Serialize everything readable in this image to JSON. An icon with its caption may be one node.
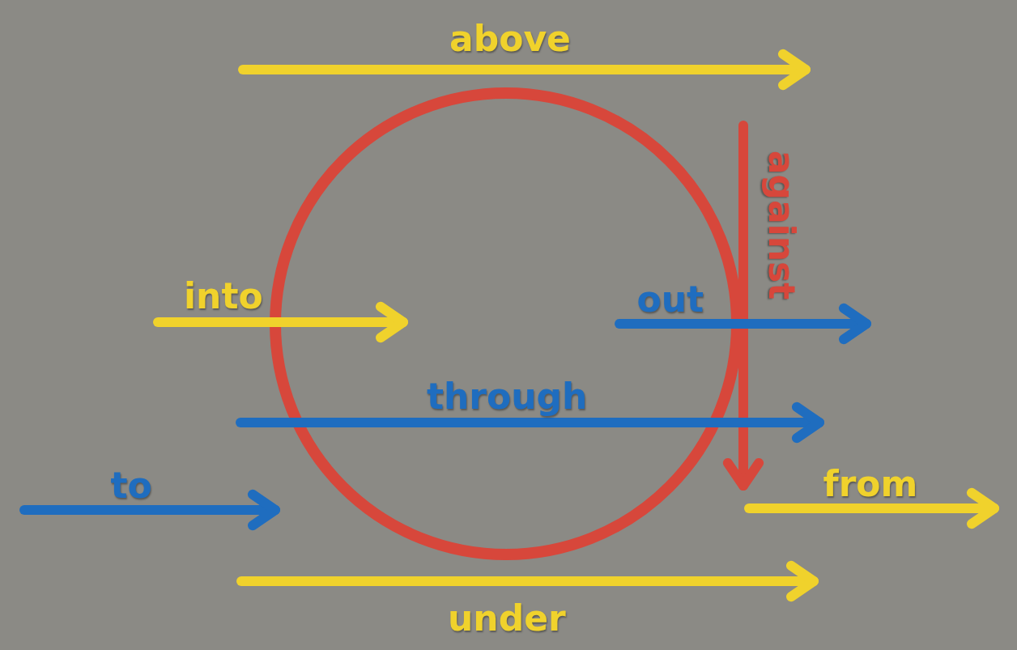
{
  "diagram": {
    "nodes": [
      {
        "text": [],
        "shape": "circle"
      }
    ],
    "labels": [
      "above",
      "against",
      "into",
      "out",
      "through",
      "to",
      "from",
      "under"
    ]
  }
}
